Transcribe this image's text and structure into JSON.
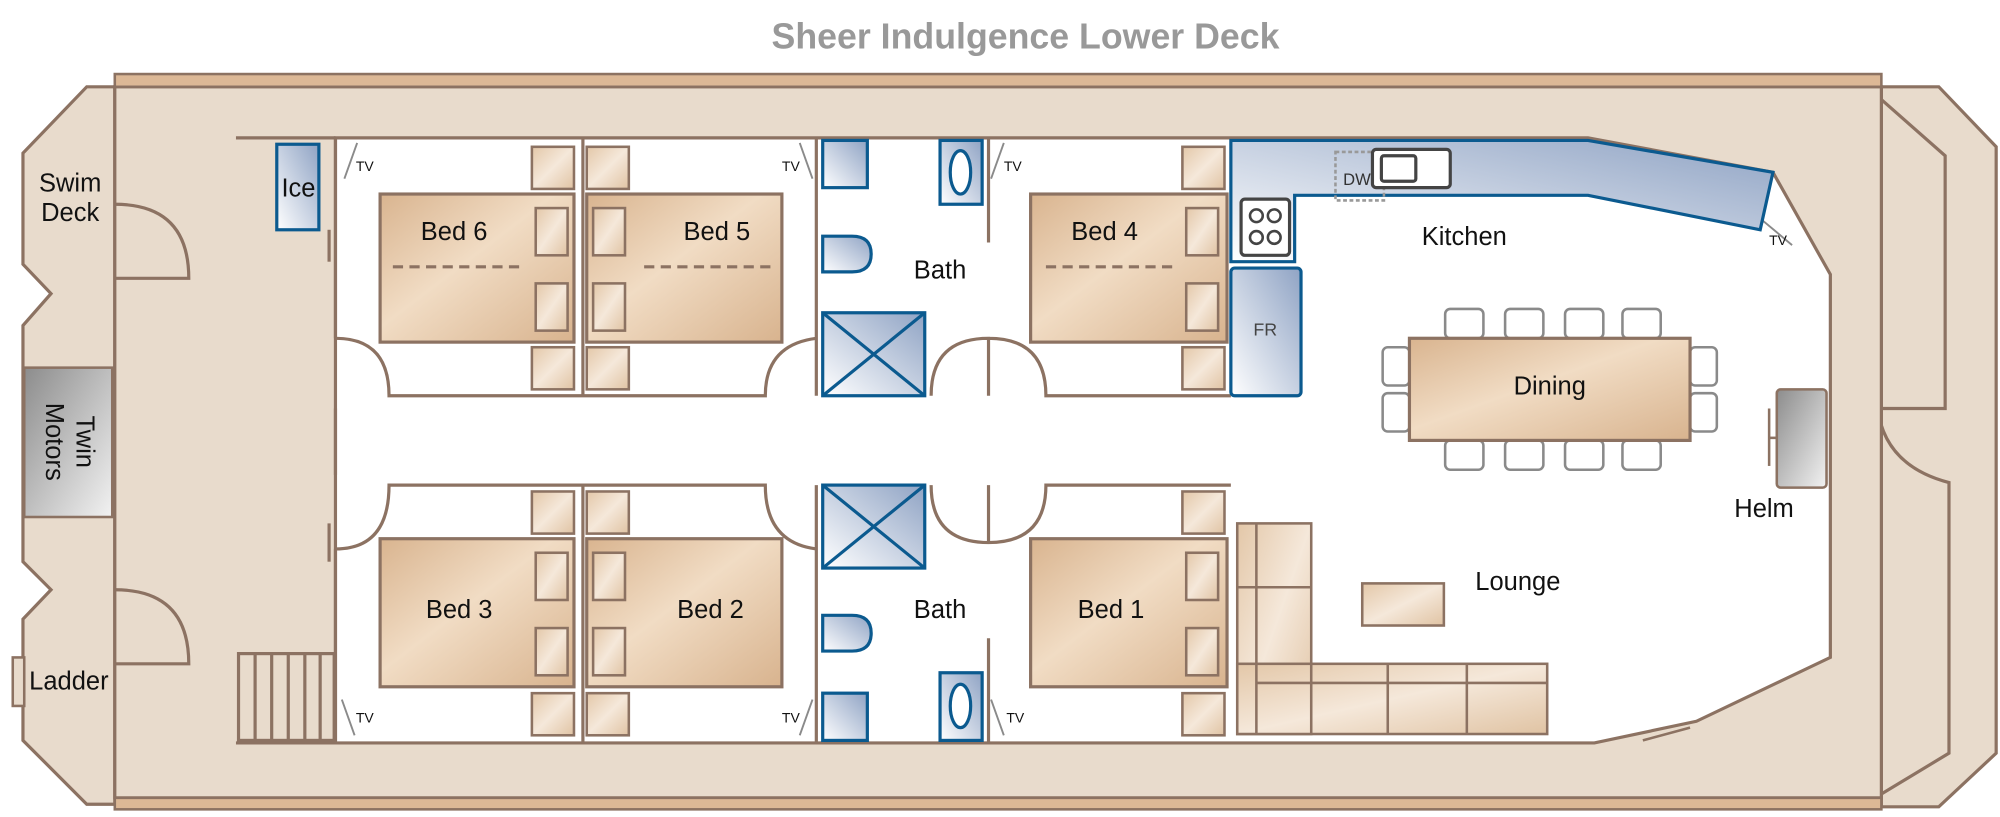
{
  "title": "Sheer Indulgence Lower Deck",
  "colors": {
    "wall": "#8c7262",
    "hull": "#e8dbcc",
    "fixture_blue": "#0b5a8f",
    "title_gray": "#999999"
  },
  "labels": {
    "swim_deck_1": "Swim",
    "swim_deck_2": "Deck",
    "twin_motors_1": "Twin",
    "twin_motors_2": "Motors",
    "ladder": "Ladder",
    "ice": "Ice",
    "bed6": "Bed 6",
    "bed5": "Bed 5",
    "bed4": "Bed 4",
    "bed3": "Bed 3",
    "bed2": "Bed 2",
    "bed1": "Bed 1",
    "bath_top": "Bath",
    "bath_bottom": "Bath",
    "kitchen": "Kitchen",
    "dw": "DW",
    "fr": "FR",
    "dining": "Dining",
    "helm": "Helm",
    "lounge": "Lounge",
    "tv": "TV"
  }
}
